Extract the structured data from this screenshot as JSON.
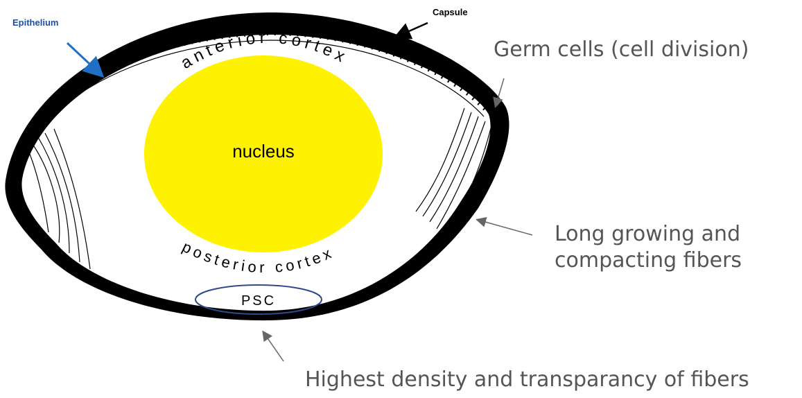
{
  "labels": {
    "epithelium": "Epithelium",
    "capsule": "Capsule",
    "anterior_cortex": "anterior cortex",
    "posterior_cortex": "posterior cortex",
    "nucleus": "nucleus",
    "psc": "PSC"
  },
  "callouts": {
    "germ_cells": "Germ cells (cell division)",
    "fibers_line1": "Long growing and",
    "fibers_line2": "compacting fibers",
    "density": "Highest density and transparancy of fibers"
  },
  "colors": {
    "nucleus": "#fff200",
    "outline": "#000000",
    "epithelium_label": "#1f4e9b",
    "epithelium_arrow": "#1f6fc4",
    "psc_ellipse": "#2f4a8a",
    "callout_text": "#555555",
    "callout_arrow": "#666666"
  }
}
